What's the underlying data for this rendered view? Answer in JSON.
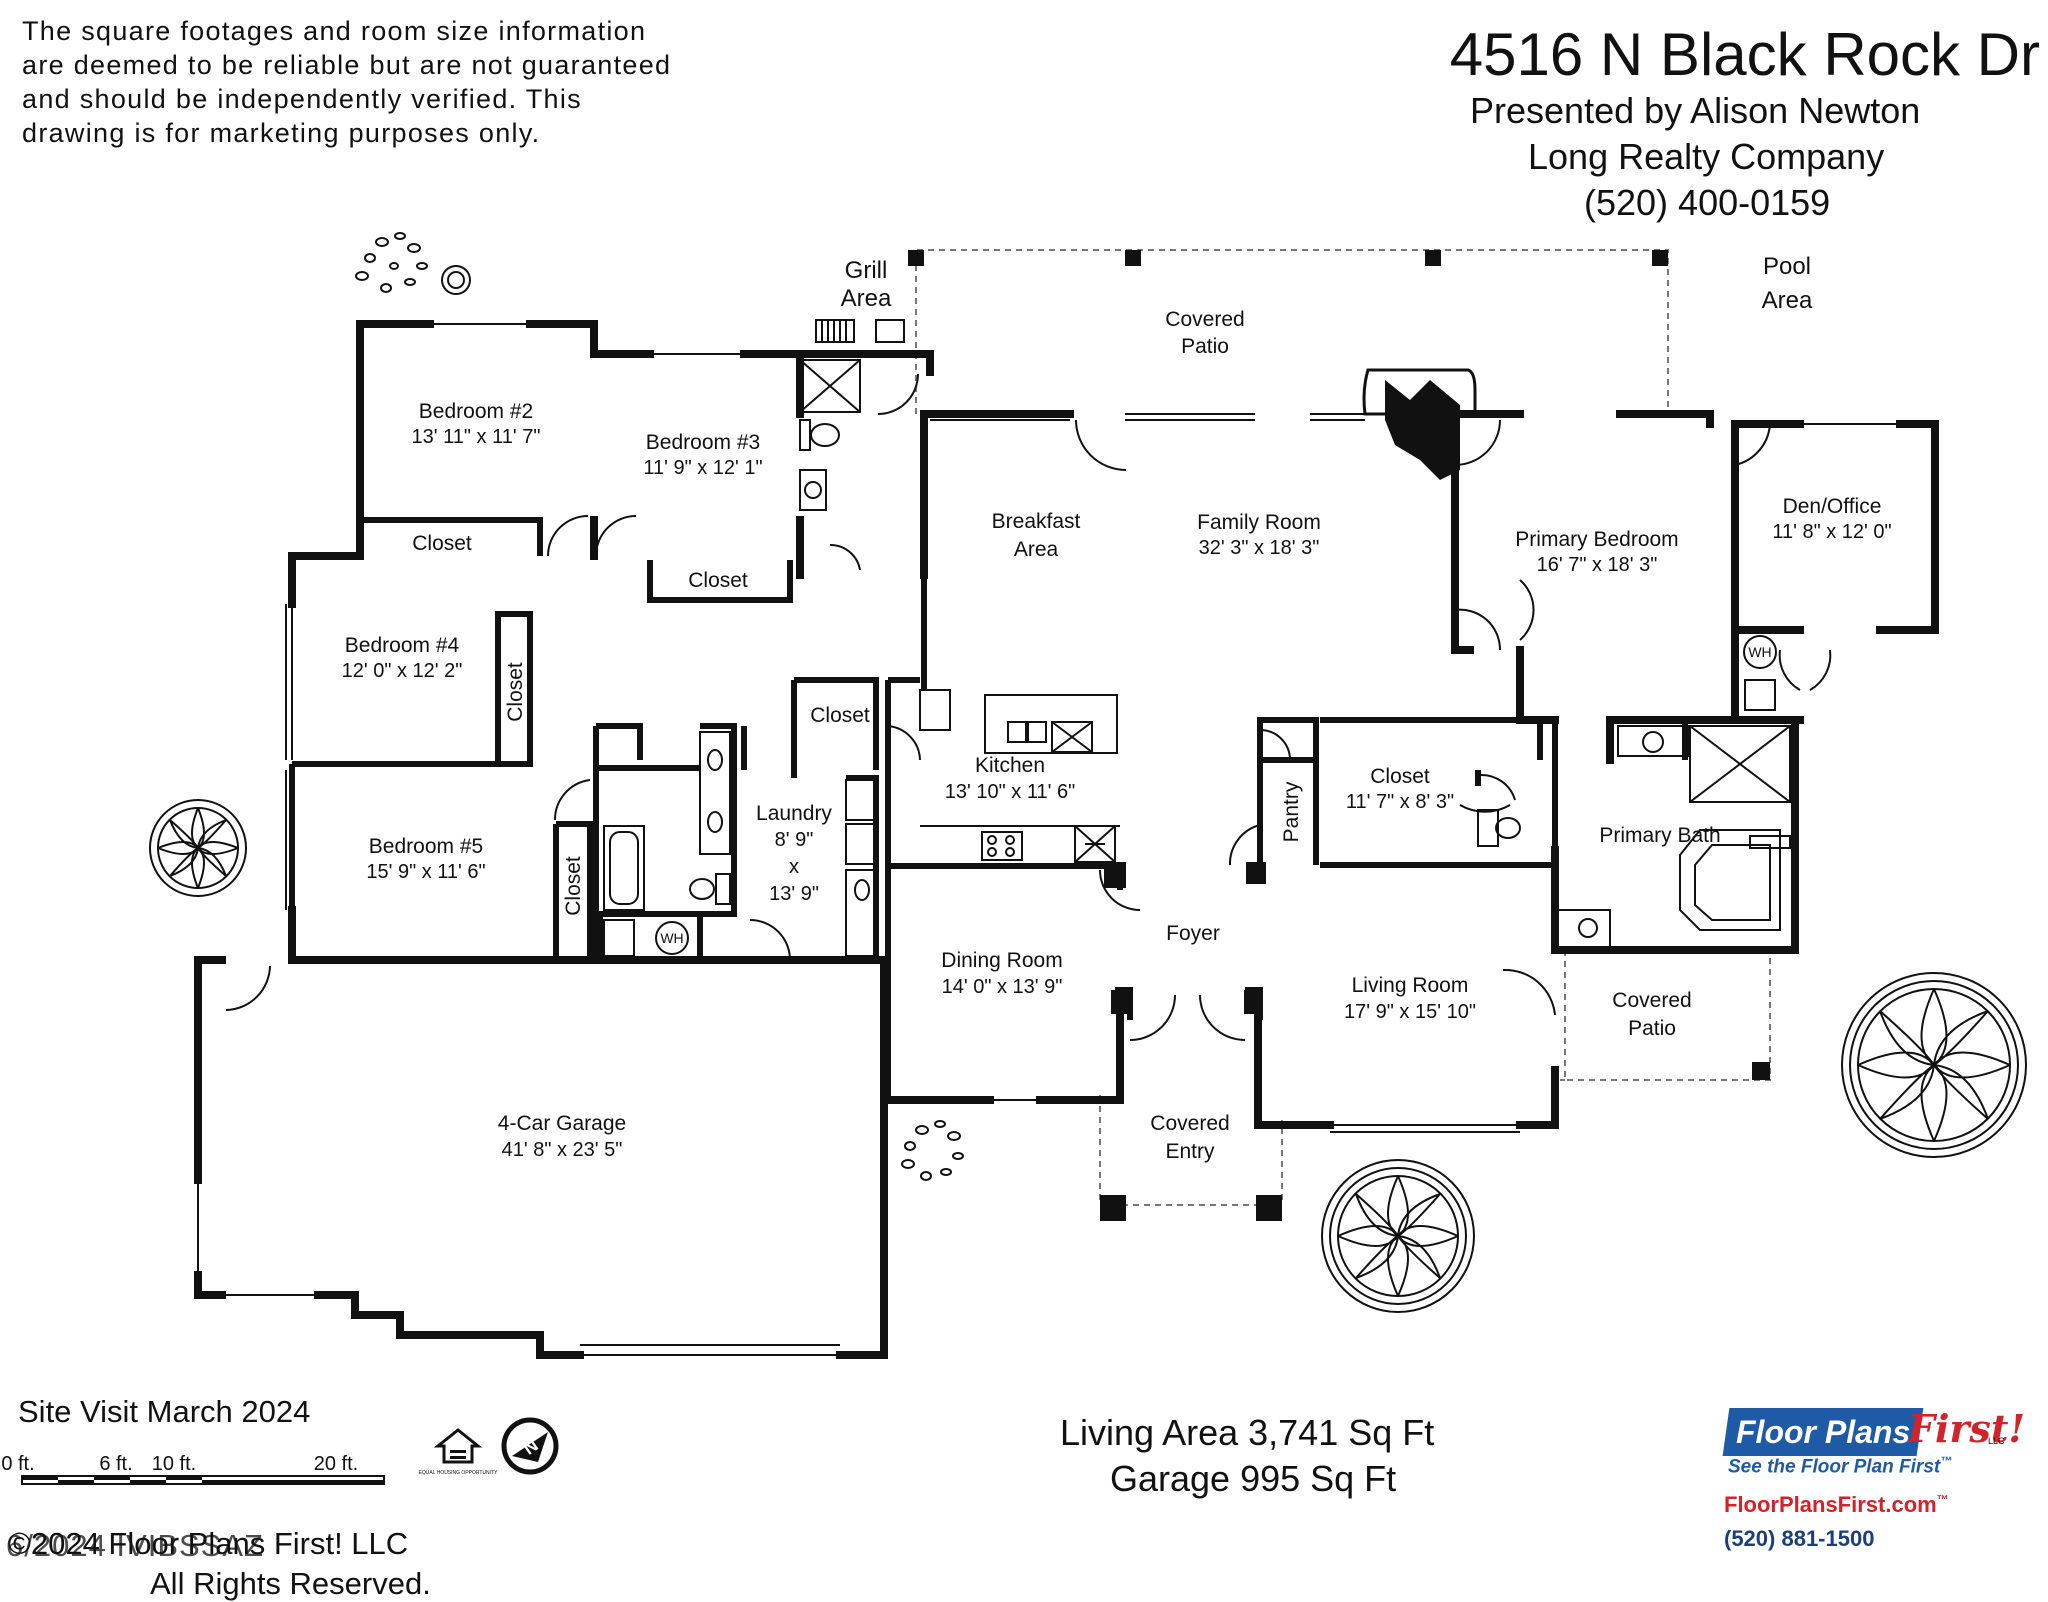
{
  "disclaimer": {
    "lines": [
      "The square footages and room size information",
      "are deemed to be reliable but are not guaranteed",
      "and should be independently verified. This",
      "drawing is for marketing purposes only."
    ]
  },
  "header": {
    "address": "4516 N Black Rock Dr",
    "presented_by": "Presented by Alison Newton",
    "company": "Long Realty Company",
    "phone": "(520) 400-0159"
  },
  "rooms": {
    "grill": {
      "l1": "Grill",
      "l2": "Area"
    },
    "covered_patio_top": {
      "l1": "Covered",
      "l2": "Patio"
    },
    "pool": {
      "l1": "Pool",
      "l2": "Area"
    },
    "bedroom2": {
      "name": "Bedroom #2",
      "dim": "13' 11\" x 11' 7\""
    },
    "bedroom3": {
      "name": "Bedroom #3",
      "dim": "11' 9\" x 12' 1\""
    },
    "closet_b2": "Closet",
    "closet_b3": "Closet",
    "breakfast": {
      "l1": "Breakfast",
      "l2": "Area"
    },
    "family": {
      "name": "Family Room",
      "dim": "32' 3\" x 18' 3\""
    },
    "primary_bedroom": {
      "name": "Primary Bedroom",
      "dim": "16' 7\" x 18' 3\""
    },
    "den": {
      "name": "Den/Office",
      "dim": "11' 8\" x 12' 0\""
    },
    "bedroom4": {
      "name": "Bedroom #4",
      "dim": "12' 0\" x 12' 2\""
    },
    "closet_b4": "Closet",
    "closet_laundry": "Closet",
    "kitchen": {
      "name": "Kitchen",
      "dim": "13' 10\" x 11' 6\""
    },
    "laundry": {
      "name": "Laundry",
      "d1": "8' 9\"",
      "x": "x",
      "d2": "13' 9\""
    },
    "closet_mid": {
      "name": "Closet",
      "dim": "11' 7\" x 8' 3\""
    },
    "pantry": "Pantry",
    "primary_bath": "Primary Bath",
    "bedroom5": {
      "name": "Bedroom #5",
      "dim": "15' 9\" x 11' 6\""
    },
    "closet_b5": "Closet",
    "foyer": "Foyer",
    "dining": {
      "name": "Dining Room",
      "dim": "14' 0\" x 13' 9\""
    },
    "living": {
      "name": "Living Room",
      "dim": "17' 9\" x 15' 10\""
    },
    "covered_patio_right": {
      "l1": "Covered",
      "l2": "Patio"
    },
    "garage": {
      "name": "4-Car Garage",
      "dim": "41' 8\" x 23' 5\""
    },
    "covered_entry": {
      "l1": "Covered",
      "l2": "Entry"
    },
    "wh": "WH"
  },
  "areas": {
    "living": "Living Area 3,741 Sq Ft",
    "garage": "Garage 995 Sq Ft"
  },
  "footer": {
    "site_visit": "Site Visit March 2024",
    "scale": {
      "t0": "0 ft.",
      "t6": "6 ft.",
      "t10": "10 ft.",
      "t20": "20 ft."
    },
    "copyright": "©2024 Floor Plans First! LLC",
    "overlay": "6/2024 IVIBSSAZ",
    "rights": "All Rights Reserved.",
    "equal_housing": "EQUAL HOUSING OPPORTUNITY",
    "north": "N"
  },
  "logo": {
    "brand": "Floor Plans",
    "brand_accent": "First!",
    "llc": "LLC",
    "tagline": "See the Floor Plan First",
    "tm": "™",
    "url": "FloorPlansFirst.com",
    "phone": "(520) 881-1500",
    "colors": {
      "blue": "#1f5aa6",
      "red": "#d2232a",
      "navy": "#1b3f7a"
    }
  }
}
